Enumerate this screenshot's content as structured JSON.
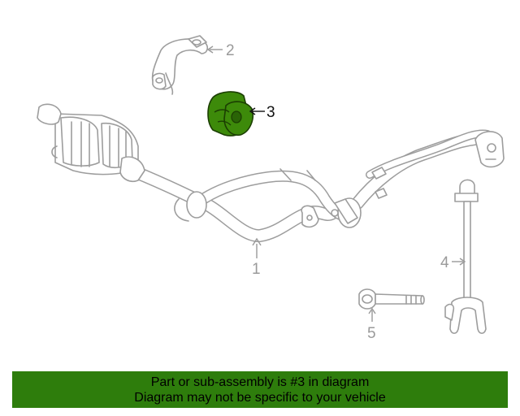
{
  "diagram": {
    "callouts": {
      "c1": "1",
      "c2": "2",
      "c3": "3",
      "c4": "4",
      "c5": "5"
    },
    "highlight_color": "#3d8a0a",
    "line_color": "#9d9d9d"
  },
  "banner": {
    "line1": "Part or sub-assembly is #3 in diagram",
    "line2": "Diagram may not be specific to your vehicle",
    "background": "#2e7d0c"
  }
}
